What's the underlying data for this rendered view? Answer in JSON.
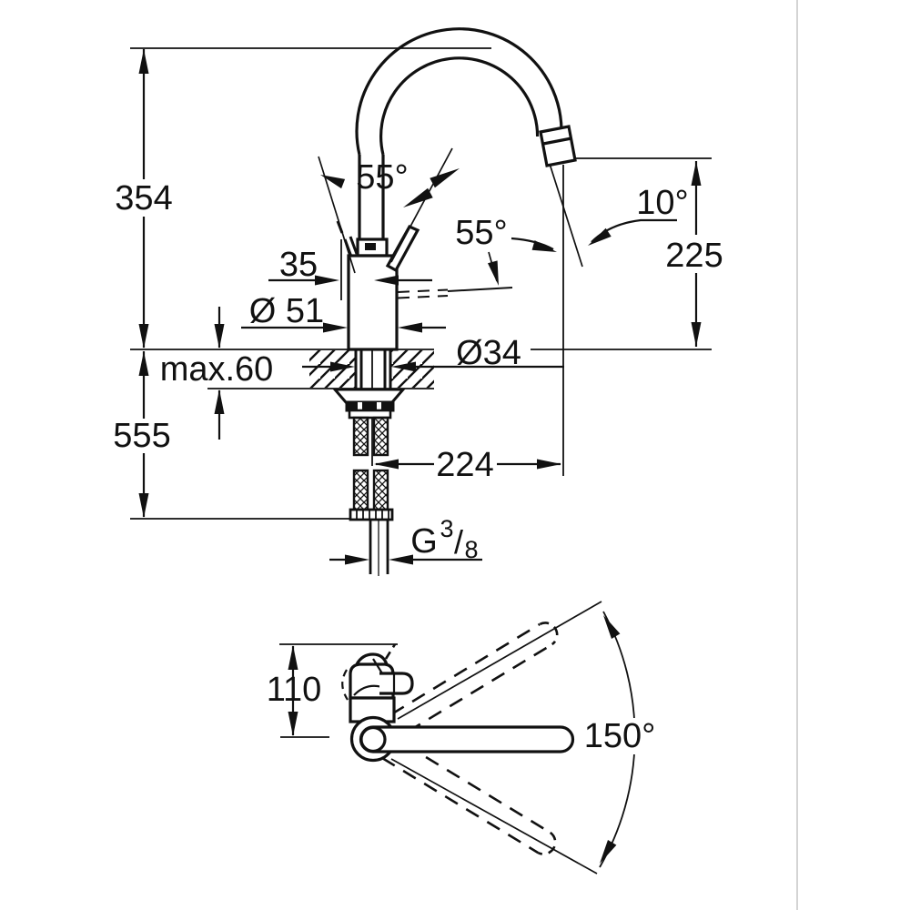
{
  "drawing": {
    "kind": "faucet-installation-dimension-diagram",
    "background_color": "#ffffff",
    "line_color": "#111111",
    "divider_color": "#c9c9c9"
  },
  "side_view": {
    "overall_height": "354",
    "under_counter_height": "555",
    "counter_thickness": "max.60",
    "handle_offset": "35",
    "body_diameter": "Ø 51",
    "hole_diameter": "Ø34",
    "spout_height": "225",
    "spout_reach": "224",
    "outlet_angle": "10°",
    "handle_swing_front": "55°",
    "handle_swing_side": "55°",
    "thread": {
      "prefix": "G",
      "numerator": "3",
      "separator": "/",
      "denominator": "8"
    }
  },
  "top_view": {
    "handle_depth": "110",
    "swivel_angle": "150°"
  }
}
